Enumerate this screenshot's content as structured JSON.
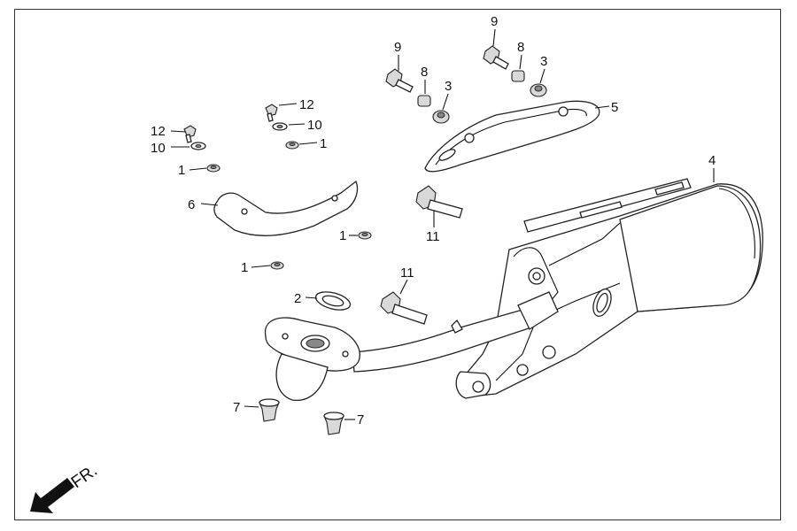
{
  "diagram": {
    "orientation_label": "FR.",
    "callouts": [
      {
        "id": "c9a",
        "text": "9"
      },
      {
        "id": "c8a",
        "text": "8"
      },
      {
        "id": "c3a",
        "text": "3"
      },
      {
        "id": "c9b",
        "text": "9"
      },
      {
        "id": "c8b",
        "text": "8"
      },
      {
        "id": "c3b",
        "text": "3"
      },
      {
        "id": "c5",
        "text": "5"
      },
      {
        "id": "c12a",
        "text": "12"
      },
      {
        "id": "c10a",
        "text": "10"
      },
      {
        "id": "c1a",
        "text": "1"
      },
      {
        "id": "c12b",
        "text": "12"
      },
      {
        "id": "c10b",
        "text": "10"
      },
      {
        "id": "c1b",
        "text": "1"
      },
      {
        "id": "c6",
        "text": "6"
      },
      {
        "id": "c11a",
        "text": "11"
      },
      {
        "id": "c4",
        "text": "4"
      },
      {
        "id": "c1c",
        "text": "1"
      },
      {
        "id": "c1d",
        "text": "1"
      },
      {
        "id": "c2",
        "text": "2"
      },
      {
        "id": "c11b",
        "text": "11"
      },
      {
        "id": "c7a",
        "text": "7"
      },
      {
        "id": "c7b",
        "text": "7"
      }
    ]
  }
}
